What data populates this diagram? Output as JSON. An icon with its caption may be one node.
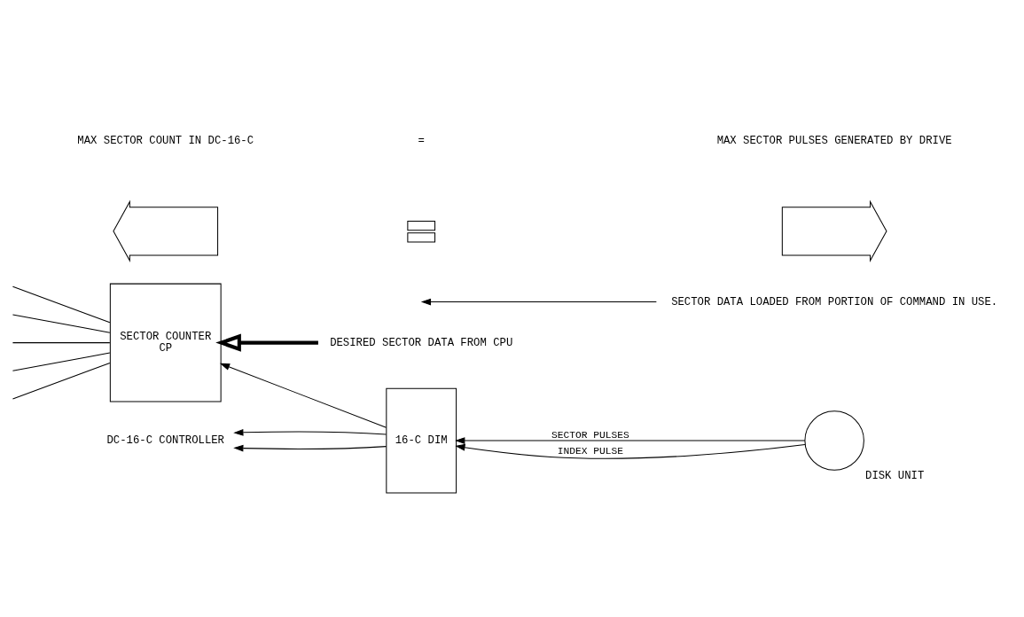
{
  "diagram": {
    "nodes": [
      {
        "text": [
          "DC-16-C CONTROLLER"
        ]
      },
      {
        "text": [
          "16-C DIM"
        ]
      },
      {
        "text": [],
        "shape": "circle",
        "beside": [
          "DISK UNIT"
        ]
      },
      {
        "text": [
          "SECTOR COUNTER",
          "CP"
        ]
      },
      {
        "text": [
          "DESIRED SECTOR DATA FROM CPU"
        ]
      },
      {
        "text": [
          "SECTOR DATA LOADED FROM PORTION OF COMMAND IN USE."
        ]
      },
      {
        "text": [],
        "shape": "arrow"
      },
      {
        "text": [],
        "shape": "box"
      },
      {
        "text": [],
        "shape": "arrow"
      }
    ],
    "edges": [
      {
        "from": 2,
        "to": 1,
        "arrow": "to",
        "label": "SECTOR PULSES"
      },
      {
        "from": 2,
        "to": 1,
        "arrow": "to",
        "label": "INDEX PULSE"
      },
      {
        "from": 1,
        "to": 0,
        "arrow": "to"
      },
      {
        "from": 1,
        "to": 0,
        "arrow": "to"
      },
      {
        "from": 1,
        "to": 3,
        "arrow": "to"
      },
      {
        "from": 4,
        "to": 3,
        "arrow": "to",
        "style": "thick"
      },
      {
        "from": 5,
        "to": null,
        "arrow": "to"
      },
      {
        "from": 3,
        "to": null,
        "arrow": "none"
      },
      {
        "from": 3,
        "to": null,
        "arrow": "none"
      },
      {
        "from": 3,
        "to": null,
        "arrow": "none"
      },
      {
        "from": 3,
        "to": null,
        "arrow": "none"
      },
      {
        "from": 3,
        "to": null,
        "arrow": "none"
      }
    ],
    "labels": [
      "MAX SECTOR COUNT IN DC-16-C",
      "=",
      "MAX SECTOR PULSES GENERATED BY DRIVE"
    ]
  }
}
